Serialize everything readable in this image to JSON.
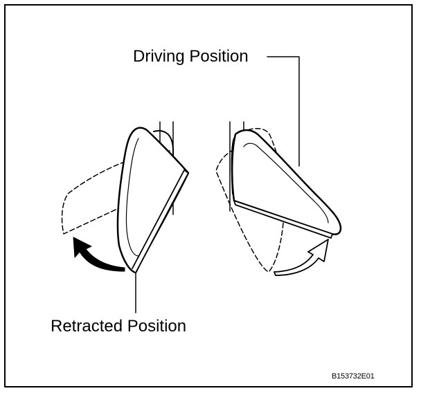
{
  "labels": {
    "driving_position": "Driving Position",
    "retracted_position": "Retracted Position",
    "figure_code": "B153732E01"
  },
  "colors": {
    "line": "#000000",
    "background": "#ffffff"
  }
}
